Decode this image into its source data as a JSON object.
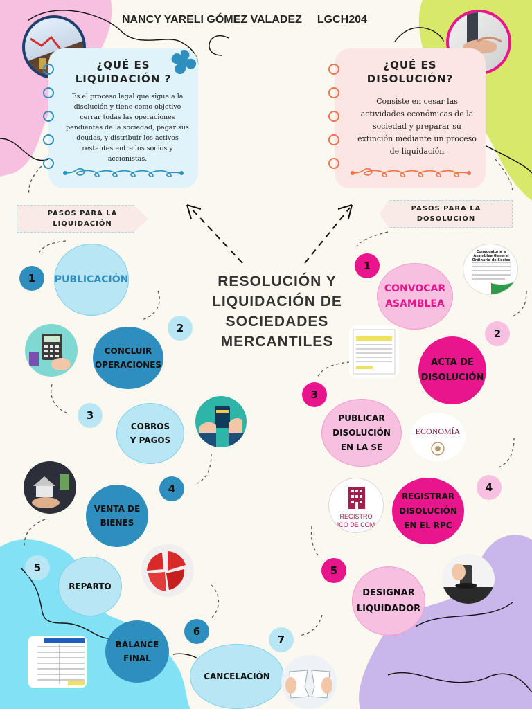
{
  "header": {
    "author": "NANCY YARELI GÓMEZ VALADEZ",
    "code": "LGCH204"
  },
  "center_title": [
    "RESOLUCIÓN Y",
    "LIQUIDACIÓN DE",
    "SOCIEDADES",
    "MERCANTILES"
  ],
  "liquidacion": {
    "title_line1": "¿QUÉ ES",
    "title_line2": "LIQUIDACIÓN ?",
    "text": "Es el proceso legal que sigue a la disolución y tiene como objetivo cerrar todas las operaciones pendientes de la sociedad, pagar sus deudas, y distribuir los activos restantes entre los socios y accionistas.",
    "steps_tag": [
      "PASOS PARA LA",
      "LIQUIDACIÓN"
    ],
    "steps": [
      {
        "n": "1",
        "label": "PUBLICACIÓN"
      },
      {
        "n": "2",
        "label": "CONCLUIR OPERACIONES"
      },
      {
        "n": "3",
        "label": "COBROS Y PAGOS"
      },
      {
        "n": "4",
        "label": "VENTA DE BIENES"
      },
      {
        "n": "5",
        "label": "REPARTO"
      },
      {
        "n": "6",
        "label": "BALANCE FINAL"
      },
      {
        "n": "7",
        "label": "CANCELACIÓN"
      }
    ]
  },
  "disolucion": {
    "title_line1": "¿QUÉ ES",
    "title_line2": "DISOLUCIÓN?",
    "text": "Consiste en cesar las actividades económicas de la sociedad y preparar su extinción mediante un proceso de liquidación",
    "steps_tag": [
      "PASOS PARA LA",
      "DOSOLUCIÓN"
    ],
    "steps": [
      {
        "n": "1",
        "label": "CONVOCAR ASAMBLEA"
      },
      {
        "n": "2",
        "label": "ACTA DE DISOLUCIÓN"
      },
      {
        "n": "3",
        "label": "PUBLICAR DISOLUCIÓN EN LA SE"
      },
      {
        "n": "4",
        "label": "REGISTRAR DISOLUCIÓN EN EL RPC"
      },
      {
        "n": "5",
        "label": "DESIGNAR LIQUIDADOR"
      }
    ]
  },
  "images": {
    "convocatoria_title": "Convocatoria a Asamblea General Ordinaria de Socios",
    "economia": "ECONOMÍA",
    "registro": "REGISTRO",
    "registro_sub": "ICO DE COM"
  },
  "colors": {
    "blue": "#2e8fbf",
    "light_blue": "#b8e6f5",
    "pink": "#e8158c",
    "light_pink": "#f7bfe0",
    "cyan": "#83e1f6",
    "lilac": "#c9b6ea",
    "lime": "#d7e86b"
  }
}
